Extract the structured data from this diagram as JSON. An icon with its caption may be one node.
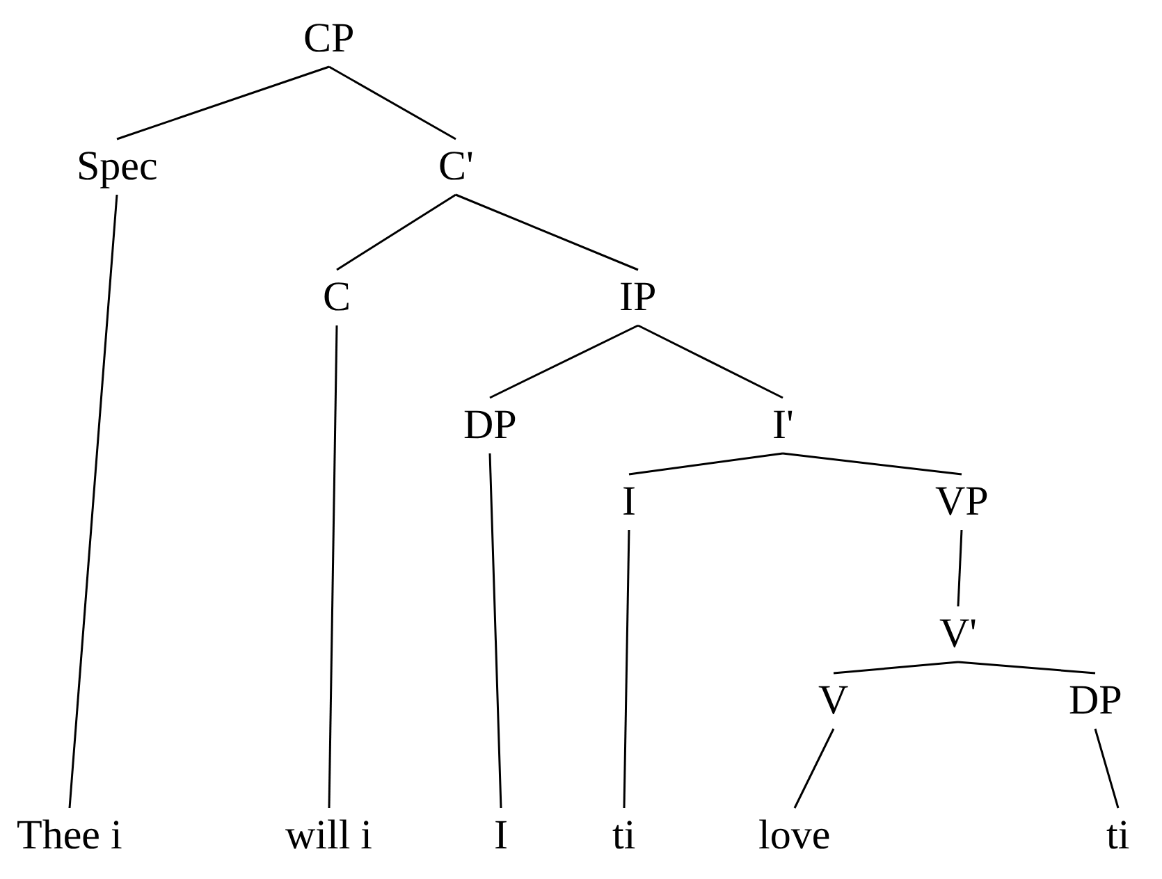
{
  "diagram": {
    "nodes": [
      {
        "text": [
          "CP"
        ]
      },
      {
        "text": [
          "Spec"
        ]
      },
      {
        "text": [
          "C'"
        ]
      },
      {
        "text": [
          "C"
        ]
      },
      {
        "text": [
          "IP"
        ]
      },
      {
        "text": [
          "DP"
        ]
      },
      {
        "text": [
          "I'"
        ]
      },
      {
        "text": [
          "I"
        ]
      },
      {
        "text": [
          "VP"
        ]
      },
      {
        "text": [
          "V'"
        ]
      },
      {
        "text": [
          "V"
        ]
      },
      {
        "text": [
          "DP"
        ]
      },
      {
        "text": [
          "Thee i"
        ]
      },
      {
        "text": [
          "will i"
        ]
      },
      {
        "text": [
          "I"
        ]
      },
      {
        "text": [
          "ti"
        ]
      },
      {
        "text": [
          "love"
        ]
      },
      {
        "text": [
          "ti"
        ]
      }
    ],
    "edges": [
      {
        "from": 0,
        "to": 1,
        "arrow": "none"
      },
      {
        "from": 0,
        "to": 2,
        "arrow": "none"
      },
      {
        "from": 2,
        "to": 3,
        "arrow": "none"
      },
      {
        "from": 2,
        "to": 4,
        "arrow": "none"
      },
      {
        "from": 4,
        "to": 5,
        "arrow": "none"
      },
      {
        "from": 4,
        "to": 6,
        "arrow": "none"
      },
      {
        "from": 6,
        "to": 7,
        "arrow": "none"
      },
      {
        "from": 6,
        "to": 8,
        "arrow": "none"
      },
      {
        "from": 8,
        "to": 9,
        "arrow": "none"
      },
      {
        "from": 9,
        "to": 10,
        "arrow": "none"
      },
      {
        "from": 9,
        "to": 11,
        "arrow": "none"
      },
      {
        "from": 1,
        "to": 12,
        "arrow": "none"
      },
      {
        "from": 3,
        "to": 13,
        "arrow": "none"
      },
      {
        "from": 5,
        "to": 14,
        "arrow": "none"
      },
      {
        "from": 7,
        "to": 15,
        "arrow": "none"
      },
      {
        "from": 10,
        "to": 16,
        "arrow": "none"
      },
      {
        "from": 11,
        "to": 17,
        "arrow": "none"
      }
    ]
  }
}
